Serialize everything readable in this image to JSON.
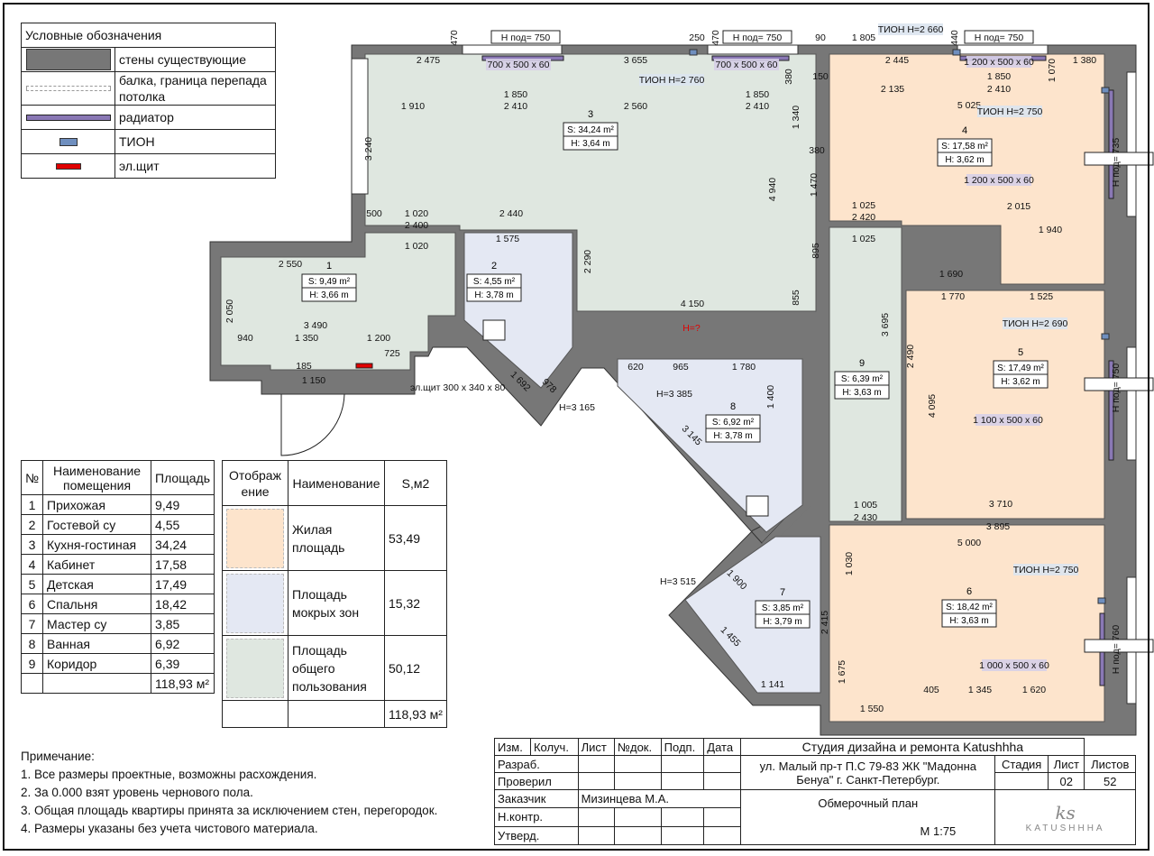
{
  "legend": {
    "title": "Условные обозначения",
    "items": [
      {
        "label": "стены существующие",
        "icon": "wall-swatch",
        "color": "#777777"
      },
      {
        "label": "балка, граница перепада потолка",
        "icon": "beam-dashed-line"
      },
      {
        "label": "радиатор",
        "icon": "radiator-bar",
        "color": "#8a78b5"
      },
      {
        "label": "ТИОН",
        "icon": "tion-box",
        "color": "#6f8fbf"
      },
      {
        "label": "эл.щит",
        "icon": "electric-panel",
        "color": "#e00000"
      }
    ]
  },
  "room_table": {
    "headers": [
      "№",
      "Наименование помещения",
      "Площадь"
    ],
    "rows": [
      [
        "1",
        "Прихожая",
        "9,49"
      ],
      [
        "2",
        "Гостевой су",
        "4,55"
      ],
      [
        "3",
        "Кухня-гостиная",
        "34,24"
      ],
      [
        "4",
        "Кабинет",
        "17,58"
      ],
      [
        "5",
        "Детская",
        "17,49"
      ],
      [
        "6",
        "Спальня",
        "18,42"
      ],
      [
        "7",
        "Мастер су",
        "3,85"
      ],
      [
        "8",
        "Ванная",
        "6,92"
      ],
      [
        "9",
        "Коридор",
        "6,39"
      ]
    ],
    "total": "118,93 м²"
  },
  "zone_table": {
    "headers": [
      "Отображение",
      "Наименование",
      "S,м2"
    ],
    "rows": [
      {
        "name": "Жилая площадь",
        "area": "53,49",
        "color": "#fde4cc"
      },
      {
        "name": "Площадь мокрых зон",
        "area": "15,32",
        "color": "#e4e8f3"
      },
      {
        "name": "Площадь общего пользования",
        "area": "50,12",
        "color": "#dfe7e0"
      }
    ],
    "total": "118,93 м²"
  },
  "notes": {
    "title": "Примечание:",
    "items": [
      "1. Все размеры проектные, возможны расхождения.",
      "2. За 0.000 взят уровень чернового пола.",
      "3. Общая площадь квартиры принята за исключением стен, перегородок.",
      "4. Размеры указаны без учета чистового материала."
    ]
  },
  "title_block": {
    "cols": [
      "Изм.",
      "Колуч.",
      "Лист",
      "№док.",
      "Подп.",
      "Дата"
    ],
    "roles": [
      "Разраб.",
      "Проверил",
      "Заказчик",
      "Н.контр.",
      "Утверд."
    ],
    "customer": "Мизинцева М.А.",
    "studio": "Студия дизайна и ремонта  Katushhha",
    "address": "ул. Малый пр-т П.С 79-83 ЖК \"Мадонна Бенуа\" г. Санкт-Петербург.",
    "stage_label": "Стадия",
    "sheet_label": "Лист",
    "sheets_label": "Листов",
    "stage": "",
    "sheet": "02",
    "sheets": "52",
    "drawing_name": "Обмерочный план",
    "scale": "М 1:75",
    "logo": "KATUSHHHA"
  },
  "rooms": [
    {
      "num": "1",
      "area": "S: 9,49 m²",
      "height": "H: 3,66 m",
      "zone": "common"
    },
    {
      "num": "2",
      "area": "S: 4,55 m²",
      "height": "H: 3,78 m",
      "zone": "wet"
    },
    {
      "num": "3",
      "area": "S: 34,24 m²",
      "height": "H: 3,64 m",
      "zone": "common"
    },
    {
      "num": "4",
      "area": "S: 17,58 m²",
      "height": "H: 3,62 m",
      "zone": "living"
    },
    {
      "num": "5",
      "area": "S: 17,49 m²",
      "height": "H: 3,62 m",
      "zone": "living"
    },
    {
      "num": "6",
      "area": "S: 18,42 m²",
      "height": "H: 3,63 m",
      "zone": "living"
    },
    {
      "num": "7",
      "area": "S: 3,85 m²",
      "height": "H: 3,79 m",
      "zone": "wet"
    },
    {
      "num": "8",
      "area": "S: 6,92 m²",
      "height": "H: 3,78 m",
      "zone": "wet"
    },
    {
      "num": "9",
      "area": "S: 6,39 m²",
      "height": "H: 3,63 m",
      "zone": "common"
    }
  ],
  "annotations": [
    "H под= 750",
    "H под= 750",
    "H под= 750",
    "H под= 735",
    "H под= 750",
    "H под= 760",
    "700 x 500 x 60",
    "700 x 500 x 60",
    "1 200 x 500 x 60",
    "1 200 x 500 x 60",
    "1 100 x 500 x 60",
    "1 000 x 500 x 60",
    "ТИОН H=2 760",
    "ТИОН H=2 660",
    "ТИОН H=2 750",
    "ТИОН H=2 690",
    "ТИОН H=2 750",
    "эл.щит 300 x 340 x 80",
    "H=?",
    "H=3 165",
    "H=3 385",
    "H=3 515"
  ],
  "dimensions": [
    "2 475",
    "3 655",
    "2 445",
    "1 850",
    "2 410",
    "2 560",
    "1 910",
    "1 850",
    "2 410",
    "2 135",
    "1 850",
    "2 410",
    "5 025",
    "1 380",
    "1 070",
    "3 240",
    "4 940",
    "2 440",
    "1 020",
    "2 400",
    "500",
    "2 550",
    "1 020",
    "3 490",
    "940",
    "1 350",
    "1 200",
    "725",
    "1 150",
    "185",
    "2 050",
    "1 575",
    "2 290",
    "4 150",
    "1 780",
    "965",
    "620",
    "1 400",
    "1 690",
    "1 940",
    "2 015",
    "2 420",
    "1 025",
    "1 025",
    "3 695",
    "2 490",
    "4 095",
    "1 770",
    "1 525",
    "3 710",
    "3 895",
    "5 000",
    "2 430",
    "1 005",
    "1 550",
    "1 345",
    "1 620",
    "405",
    "1 675",
    "1 030",
    "2 415",
    "1 900",
    "1 455",
    "1 141",
    "3 145",
    "1 692",
    "978",
    "470",
    "250",
    "470",
    "90",
    "1 805",
    "440",
    "380",
    "150",
    "1 340",
    "1 470",
    "380",
    "895",
    "855"
  ],
  "colors": {
    "wall": "#777777",
    "living": "#fde4cc",
    "wet": "#e4e8f3",
    "common": "#dfe7e0"
  }
}
